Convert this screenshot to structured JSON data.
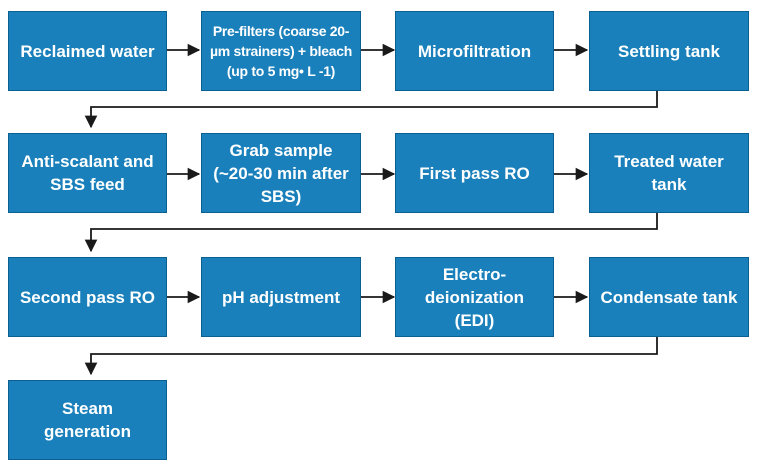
{
  "steps": [
    "Reclaimed water",
    "Pre-filters (coarse 20-\nµm strainers) + bleach\n(up to 5 mg• L -1)",
    "Microfiltration",
    "Settling tank",
    "Anti-scalant and\nSBS feed",
    "Grab sample\n(~20-30 min after\nSBS)",
    "First pass RO",
    "Treated water\ntank",
    "Second pass RO",
    "pH adjustment",
    "Electro-\ndeionization\n(EDI)",
    "Condensate tank",
    "Steam\ngeneration"
  ],
  "colors": {
    "box_fill": "#1a80bb",
    "box_text": "#ffffff",
    "arrow": "#1a1a1a"
  }
}
